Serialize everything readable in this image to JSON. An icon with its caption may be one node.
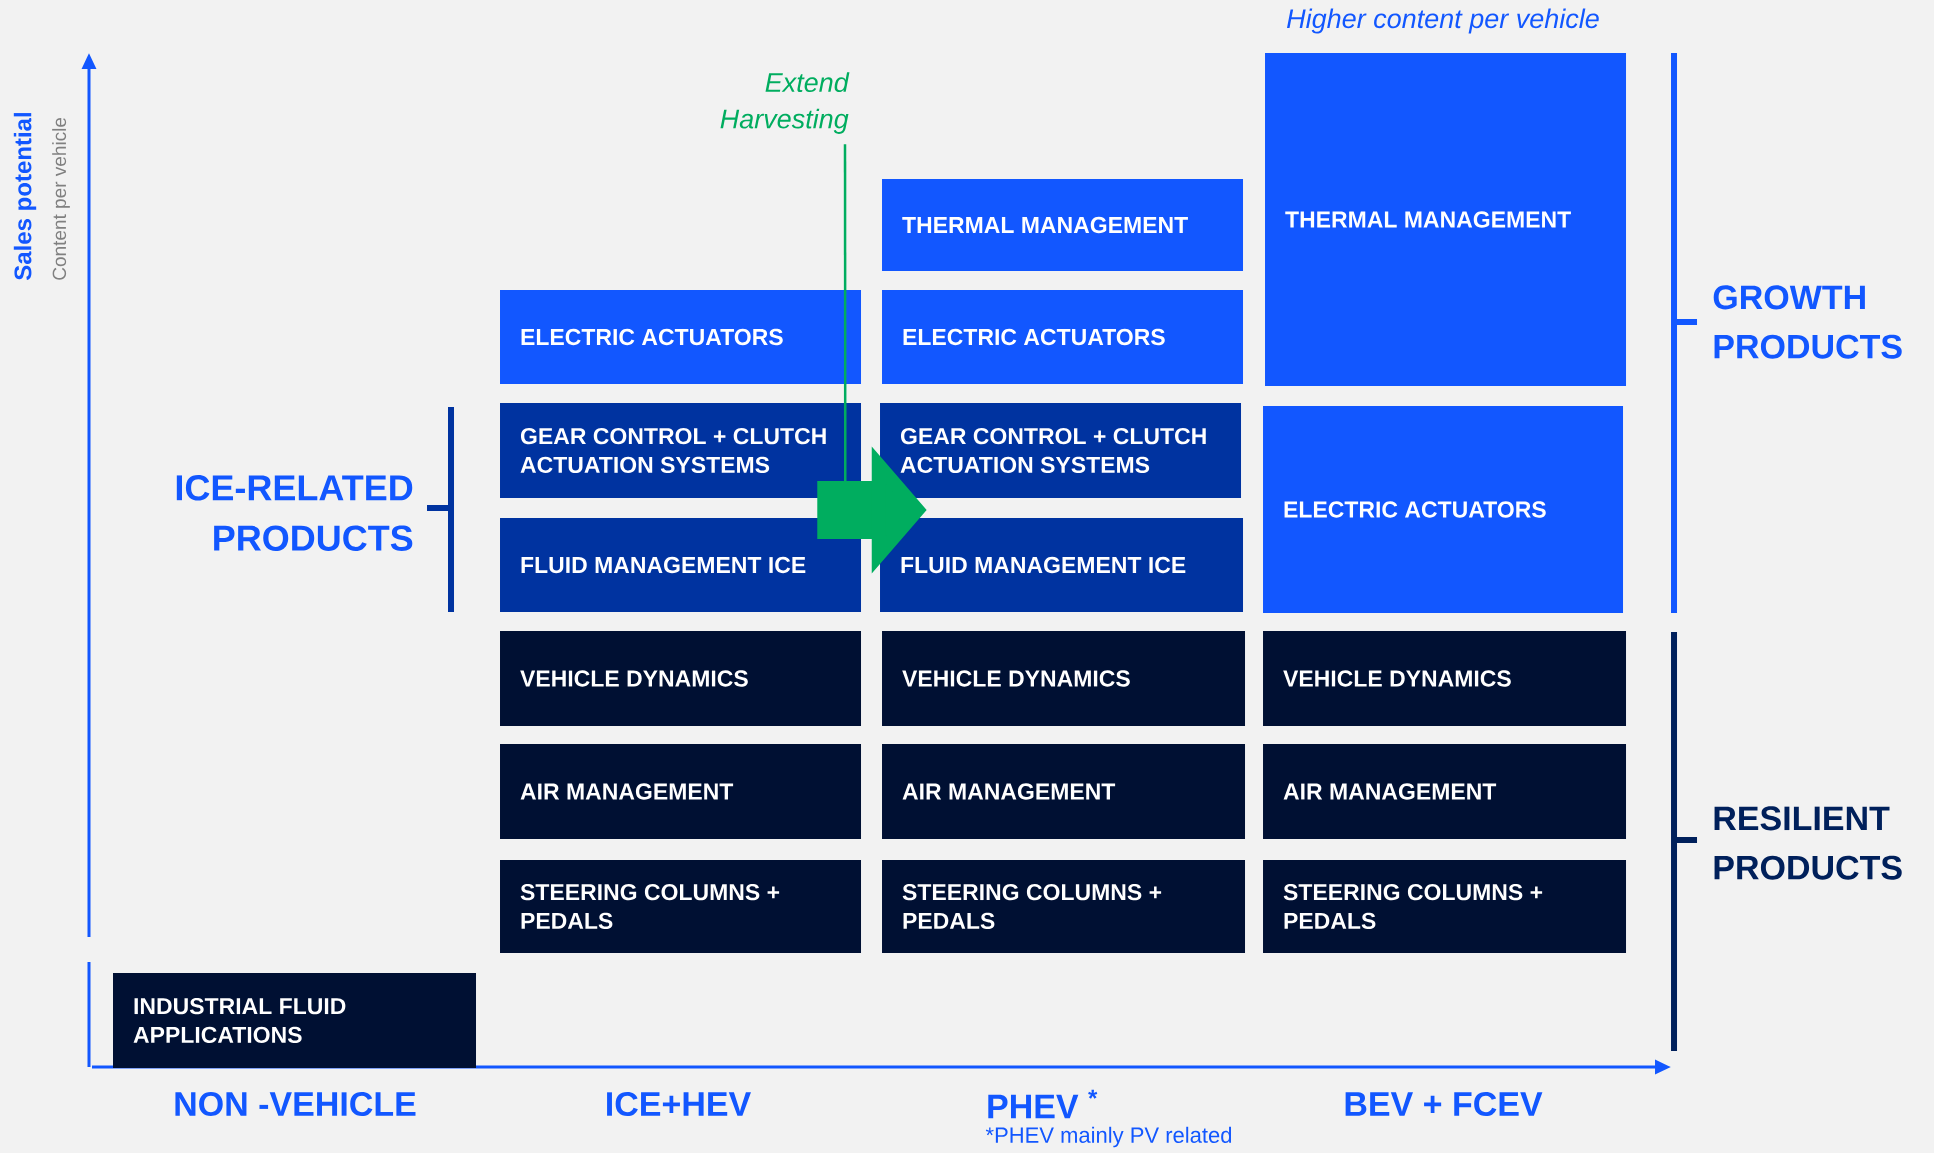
{
  "diagram": {
    "nodes": [
      {
        "text": [
          "Extend Harvesting"
        ]
      },
      {
        "text": [
          "THERMAL MANAGEMENT"
        ]
      },
      {
        "text": [
          "THERMAL MANAGEMENT"
        ]
      },
      {
        "text": [
          "ELECTRIC ACTUATORS"
        ]
      },
      {
        "text": [
          "ELECTRIC ACTUATORS"
        ]
      },
      {
        "text": [
          "GEAR CONTROL + CLUTCH ACTUATION SYSTEMS"
        ]
      },
      {
        "text": [
          "GEAR CONTROL + CLUTCH ACTUATION SYSTEMS"
        ]
      },
      {
        "text": [
          "ELECTRIC ACTUATORS"
        ]
      },
      {
        "text": [
          "FLUID MANAGEMENT ICE"
        ]
      },
      {
        "text": [
          "FLUID MANAGEMENT ICE"
        ]
      },
      {
        "text": [
          "VEHICLE DYNAMICS"
        ]
      },
      {
        "text": [
          "VEHICLE DYNAMICS"
        ]
      },
      {
        "text": [
          "VEHICLE DYNAMICS"
        ]
      },
      {
        "text": [
          "AIR MANAGEMENT"
        ]
      },
      {
        "text": [
          "AIR MANAGEMENT"
        ]
      },
      {
        "text": [
          "AIR MANAGEMENT"
        ]
      },
      {
        "text": [
          "STEERING COLUMNS + PEDALS"
        ]
      },
      {
        "text": [
          "STEERING COLUMNS + PEDALS"
        ]
      },
      {
        "text": [
          "STEERING COLUMNS + PEDALS"
        ]
      },
      {
        "text": [
          "INDUSTRIAL FLUID APPLICATIONS"
        ]
      }
    ],
    "edges": [
      {
        "from": 0,
        "to": 5,
        "arrow": "none"
      },
      {
        "from": 5,
        "to": 6,
        "arrow": "to",
        "style": "thick"
      }
    ],
    "labels": [
      "Higher content per vehicle",
      "Sales potential",
      "Content per vehicle",
      "ICE-RELATED PRODUCTS",
      "GROWTH PRODUCTS",
      "RESILIENT PRODUCTS",
      "NON -VEHICLE",
      "ICE+HEV",
      "PHEV $^{*}$",
      "*PHEV mainly PV related",
      "BEV + FCEV"
    ]
  }
}
